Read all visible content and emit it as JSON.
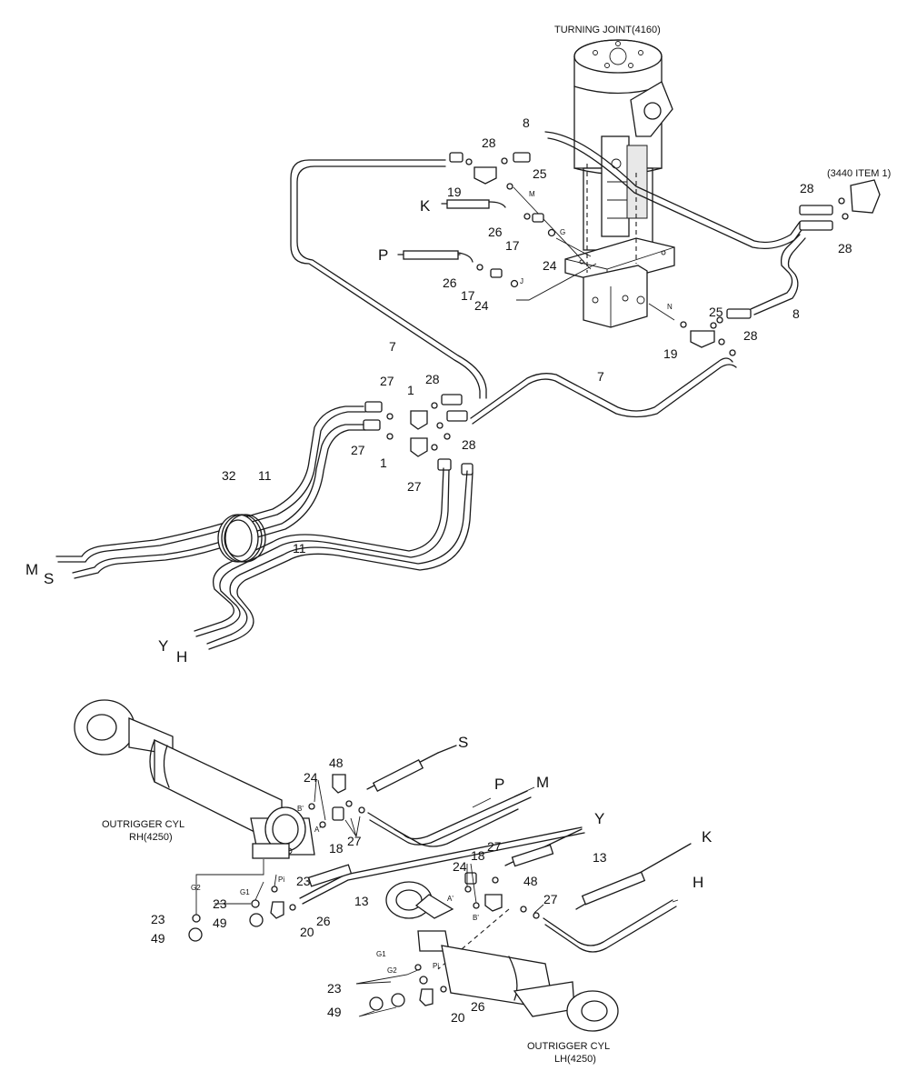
{
  "titles": {
    "turning_joint": "TURNING JOINT(4160)",
    "ref_3440": "(3440 ITEM 1)",
    "rh_line1": "OUTRIGGER CYL",
    "rh_line2": "RH(4250)",
    "lh_line1": "OUTRIGGER CYL",
    "lh_line2": "LH(4250)"
  },
  "ports": {
    "M": "M",
    "G": "G",
    "J": "J",
    "N": "N",
    "B_prime": "B'",
    "A_prime": "A'",
    "G1": "G1",
    "G2": "G2",
    "Pi": "Pi"
  },
  "line_letters": {
    "K": "K",
    "P": "P",
    "M": "M",
    "S": "S",
    "Y": "Y",
    "H": "H"
  },
  "callouts": {
    "n1": "1",
    "n7": "7",
    "n8": "8",
    "n11": "11",
    "n13": "13",
    "n17": "17",
    "n18": "18",
    "n19": "19",
    "n20": "20",
    "n23": "23",
    "n24": "24",
    "n25": "25",
    "n26": "26",
    "n27": "27",
    "n28": "28",
    "n32": "32",
    "n48": "48",
    "n49": "49"
  }
}
